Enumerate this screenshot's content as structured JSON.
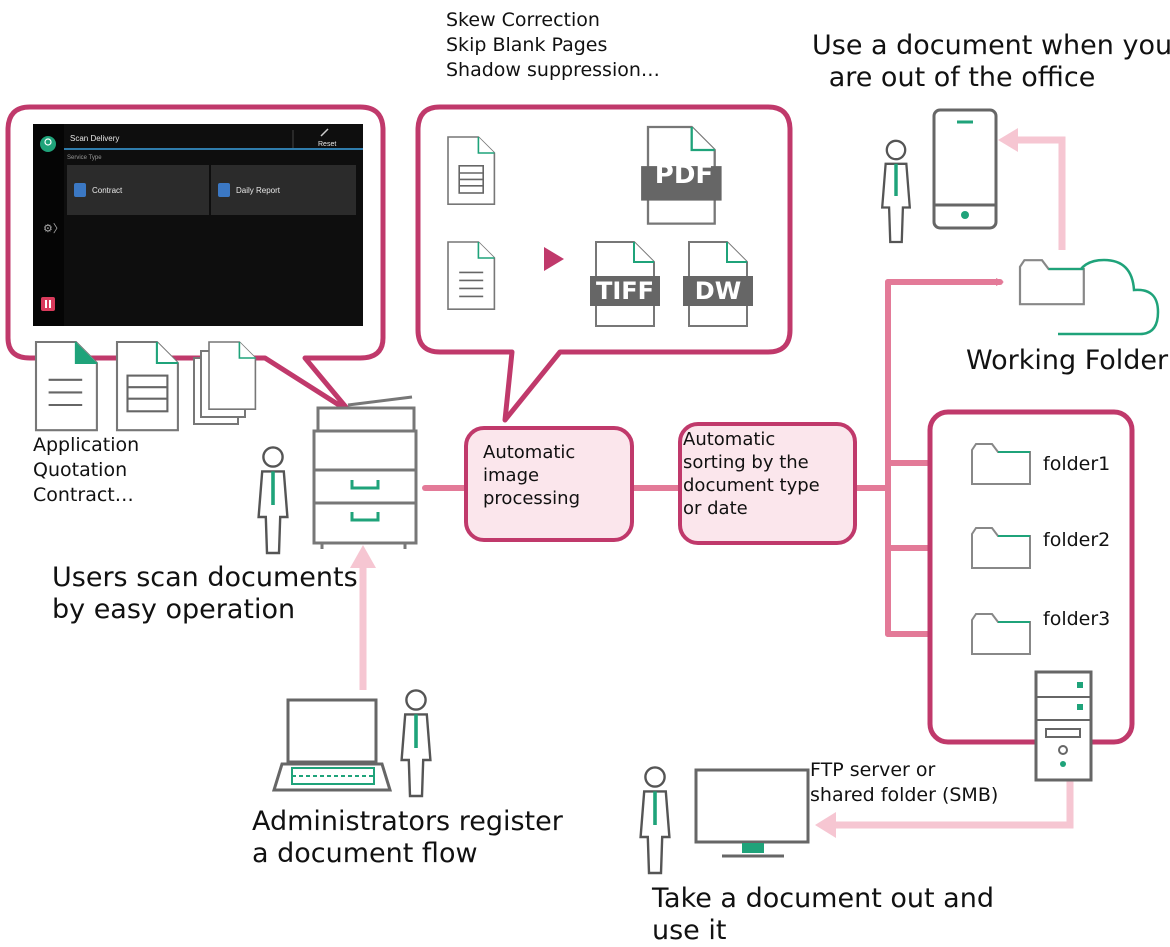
{
  "captions": {
    "enhancements": [
      "Skew Correction",
      "Skip Blank Pages",
      "Shadow suppression…"
    ],
    "remote_use": [
      "Use a document when you",
      "are out of the office"
    ],
    "working_folder": "Working Folder",
    "doc_types": [
      "Application",
      "Quotation",
      "Contract…"
    ],
    "users_scan": [
      "Users scan documents",
      "by easy operation"
    ],
    "admins": [
      "Administrators register",
      "a document flow"
    ],
    "take_out": [
      "Take a document out and",
      "use it"
    ],
    "server": [
      "FTP server or",
      "shared folder (SMB)"
    ]
  },
  "process": {
    "image": [
      "Automatic",
      "image",
      "processing"
    ],
    "sorting": [
      "Automatic",
      "sorting by the",
      "document type",
      "or date"
    ]
  },
  "folders": [
    "folder1",
    "folder2",
    "folder3"
  ],
  "formats": [
    "PDF",
    "TIFF",
    "DW"
  ],
  "screen": {
    "title": "Scan Delivery",
    "reset": "Reset",
    "section": "Service Type",
    "tiles": [
      "Contract",
      "Daily Report"
    ]
  },
  "colors": {
    "accent": "#c0396b",
    "arrow": "#e37a98",
    "arrow_light": "#f6c6d2",
    "green": "#1fa37a",
    "grey": "#6e6e6e"
  },
  "icons": [
    "person-icon",
    "copier-icon",
    "phone-icon",
    "cloud-folder-icon",
    "folder-icon",
    "server-icon",
    "laptop-icon",
    "monitor-icon",
    "document-icon"
  ]
}
